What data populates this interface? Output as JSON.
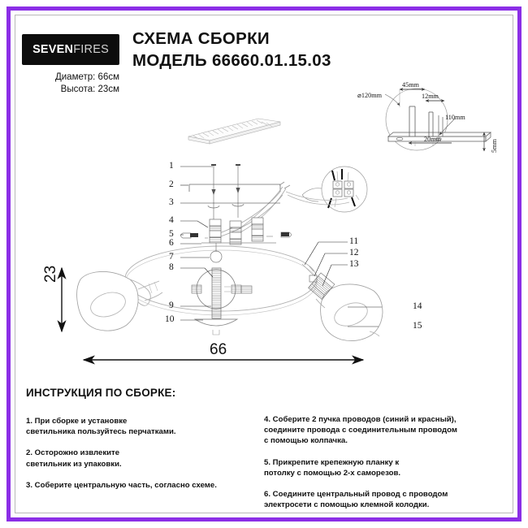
{
  "document": {
    "title_line1": "СХЕМА СБОРКИ",
    "title_line2": "МОДЕЛЬ 66660.01.15.03",
    "brand": {
      "part1": "SEVEN",
      "part2": "FIRES"
    },
    "specs": {
      "diameter": "Диаметр: 66см",
      "height": "Высота: 23см"
    },
    "accent_color": "#8b2ee6",
    "frame_color": "#b9b9b9",
    "logo_bg": "#0d0d0d"
  },
  "main_diagram": {
    "dimension_width": "66",
    "dimension_height": "23",
    "callouts_left": [
      "1",
      "2",
      "3",
      "4",
      "5",
      "6",
      "7",
      "8",
      "9",
      "10"
    ],
    "callouts_right": [
      "11",
      "12",
      "13",
      "14",
      "15"
    ]
  },
  "detail_drawing": {
    "labels": {
      "diameter": "⌀120mm",
      "width_45": "45mm",
      "width_12": "12mm",
      "width_110": "110mm",
      "width_20": "20mm",
      "height_5": "5mm"
    }
  },
  "instructions": {
    "heading": "ИНСТРУКЦИЯ ПО СБОРКЕ:",
    "left_items": [
      "1. При сборке и установке\nсветильника пользуйтесь перчатками.",
      "2. Осторожно извлеките\nсветильник из упаковки.",
      "3. Соберите центральную часть, согласно схеме."
    ],
    "right_items": [
      "4. Соберите 2 пучка проводов (синий и красный),\nсоедините провода с соединительным проводом\nс помощью колпачка.",
      "5. Прикрепите крепежную планку к\nпотолку с помощью 2-х саморезов.",
      "6. Соедините центральный провод с проводом\nэлектросети с помощью клемной колодки."
    ]
  }
}
